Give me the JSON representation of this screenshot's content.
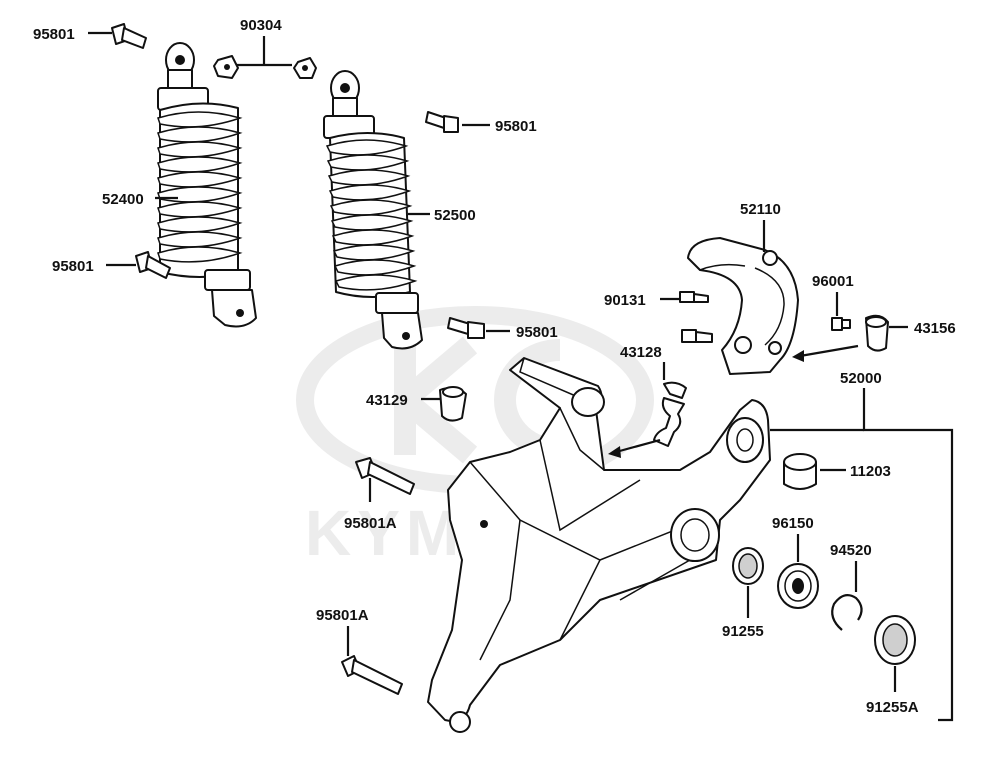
{
  "watermark": {
    "text": "KYMCO"
  },
  "callouts": {
    "c95801_a": "95801",
    "c90304": "90304",
    "c95801_b": "95801",
    "c52400": "52400",
    "c52500": "52500",
    "c95801_c": "95801",
    "c95801_d": "95801",
    "c52110": "52110",
    "c96001": "96001",
    "c90131": "90131",
    "c43156": "43156",
    "c43128": "43128",
    "c52000": "52000",
    "c43129": "43129",
    "c11203": "11203",
    "c95801A_a": "95801A",
    "c96150": "96150",
    "c94520": "94520",
    "c95801A_b": "95801A",
    "c91255": "91255",
    "c91255A": "91255A"
  }
}
